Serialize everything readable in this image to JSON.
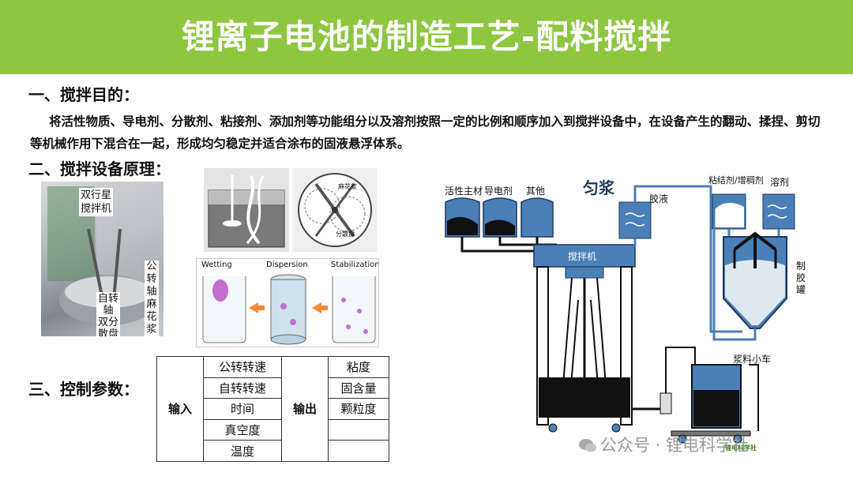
{
  "header": {
    "title": "锂离子电池的制造工艺-配料搅拌"
  },
  "sections": {
    "purpose_heading": "一、搅拌目的：",
    "purpose_text": "将活性物质、导电剂、分散剂、粘接剂、添加剂等功能组分以及溶剂按照一定的比例和顺序加入到搅拌设备中，在设备产生的翻动、揉捏、剪切等机械作用下混合在一起，形成均匀稳定并适合涂布的固液悬浮体系。",
    "principle_heading": "二、搅拌设备原理：",
    "params_heading": "三、控制参数："
  },
  "photo_labels": {
    "mixer": "双行星\n搅拌机",
    "planetary": "公\n转\n轴\n麻\n花\n浆",
    "disperser": "自转\n轴\n双分\n散盘"
  },
  "dispersion": {
    "wetting": "Wetting",
    "dispersion": "Dispersion",
    "stabilization": "Stabilization"
  },
  "vessel_labels": {
    "left": "麻花浆",
    "right": "分散盘"
  },
  "params": {
    "input_label": "输入",
    "output_label": "输出",
    "inputs": [
      "公转转速",
      "自转转速",
      "时间",
      "真空度",
      "温度"
    ],
    "outputs": [
      "粘度",
      "固含量",
      "颗粒度",
      "",
      ""
    ]
  },
  "process": {
    "title": "匀浆",
    "active": "活性主材",
    "conductive": "导电剂",
    "other": "其他",
    "mixer": "搅拌机",
    "glue": "胶液",
    "binder": "粘结剂/增稠剂",
    "solvent": "溶剂",
    "glue_tank": "制\n胶\n罐",
    "cart": "浆料小车",
    "cart_badge": "锂电科学社"
  },
  "watermark": "公众号 · 锂电科学社",
  "colors": {
    "title_bar": "#8dc63f",
    "process_blue": "#4a7fb8",
    "arrow_orange": "#f58a3c"
  }
}
